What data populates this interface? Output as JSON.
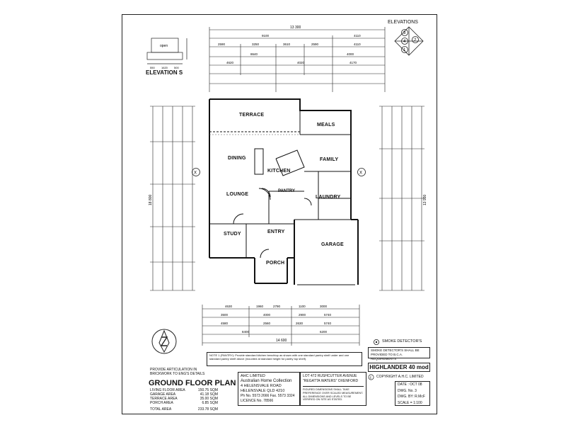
{
  "elevations_label": "ELEVATIONS",
  "elevation_s": {
    "title": "ELEVATION S",
    "label": "open",
    "dims": [
      "550",
      "1620",
      "500"
    ]
  },
  "rooms": {
    "terrace": "TERRACE",
    "meals": "MEALS",
    "dining": "DINING",
    "kitchen": "KITCHEN",
    "family": "FAMILY",
    "lounge": "LOUNGE",
    "pantry": "PANTRY",
    "laundry": "LAUNDRY",
    "study": "STUDY",
    "entry": "ENTRY",
    "garage": "GARAGE",
    "porch": "PORCH"
  },
  "top_dims": {
    "overall": "13 300",
    "row1": [
      "9100",
      "4110"
    ],
    "row2": [
      "2590",
      "3250",
      "3610",
      "2590",
      "4110"
    ],
    "row3": [
      "8640",
      "4000"
    ],
    "row4": [
      "4620",
      "4020",
      "4170"
    ]
  },
  "bottom_dims": {
    "row1": [
      "4630",
      "1960",
      "2790",
      "1100",
      "3000"
    ],
    "row2": [
      "3500",
      "4000",
      "2900",
      "5740"
    ],
    "row3": [
      "4580",
      "2560",
      "2630",
      "5740"
    ],
    "row4": [
      "8400",
      "6200"
    ],
    "overall": "14 600"
  },
  "side_dims": {
    "left_overall": "18 800",
    "right_overall": "13 930"
  },
  "notes": {
    "smoke": "SMOKE DETECTOR'S",
    "smoke_box": "SMOKE DETECTOR'S SHALL BE PROVIDED TO B.C.A. REQUIREMENTS",
    "pantry_note": "NOTE 1 (PANTRY): Provide standard kitchen benchtop as shown with one standard pantry shelf under and one standard pantry shelf above (mounted at standard height for pantry top shelf).",
    "articulation": "PROVIDE ARTICULATION IN BRICKWORK TO ENG'S DETAILS"
  },
  "ground_floor": {
    "title": "GROUND FLOOR PLAN",
    "areas": [
      {
        "label": "LIVING FLOOR AREA",
        "value": "150.75 SQM"
      },
      {
        "label": "GARAGE AREA",
        "value": "41.18 SQM"
      },
      {
        "label": "TERRACE AREA",
        "value": "35.00 SQM"
      },
      {
        "label": "PORCH AREA",
        "value": "6.85 SQM"
      },
      {
        "label": "TOTAL AREA",
        "value": "233.78 SQM"
      }
    ]
  },
  "company": {
    "name": "AHC LIMITED",
    "brand": "Australian Home Collection",
    "addr1": "4 HELENSVALE ROAD",
    "addr2": "HELENSVALE QLD 4210",
    "phone": "Ph No. 5573 2666  Fax. 5573 3324",
    "licence": "LICENCE No. 78566"
  },
  "lot": {
    "line1": "LOT 472 RUSHCUTTER AVENUE",
    "line2": "\"REGATTA WATERS\" OXENFORD",
    "note": "FIGURED DIMENSIONS SHALL TAKE PREFERENCE OVER SCALED MEASUREMENT. ALL DIMENSIONS AND LEVELS TO BE VERIFIED ON SITE AS STATED."
  },
  "plan_name": "HIGHLANDER 40 mod",
  "copyright": "COPYRIGHT A.H.C. LIMITED",
  "meta": {
    "date": "DATE : OCT 08",
    "dwg": "DWG. No. 3",
    "drn": "DWG. BY: R.McF",
    "scale": "SCALE = 1:100"
  },
  "elev_markers": [
    "1",
    "2",
    "3",
    "4"
  ]
}
